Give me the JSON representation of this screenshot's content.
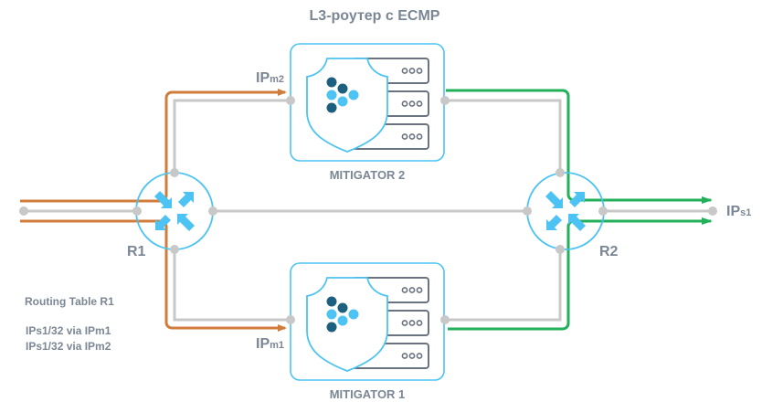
{
  "title": "L3-роутер с ECMP",
  "routers": [
    {
      "id": "r1",
      "label": "R1"
    },
    {
      "id": "r2",
      "label": "R2"
    }
  ],
  "mitigators": [
    {
      "id": "m2",
      "label": "MITIGATOR 2",
      "ip_prefix": "IP",
      "ip_sub": "m2"
    },
    {
      "id": "m1",
      "label": "MITIGATOR 1",
      "ip_prefix": "IP",
      "ip_sub": "m1"
    }
  ],
  "destination": {
    "ip_prefix": "IP",
    "ip_sub": "s1"
  },
  "routing_table": {
    "title": "Routing Table R1",
    "entries": [
      "IPs1/32 via IPm1",
      "IPs1/32 via IPm2"
    ]
  },
  "colors": {
    "ingress": "#d07d3c",
    "egress": "#22b05a",
    "link": "#c8c8c8",
    "accent": "#4cc3f2",
    "accent_dark": "#1d5f7e",
    "text": "#7b8794",
    "server": "#6b7280"
  }
}
